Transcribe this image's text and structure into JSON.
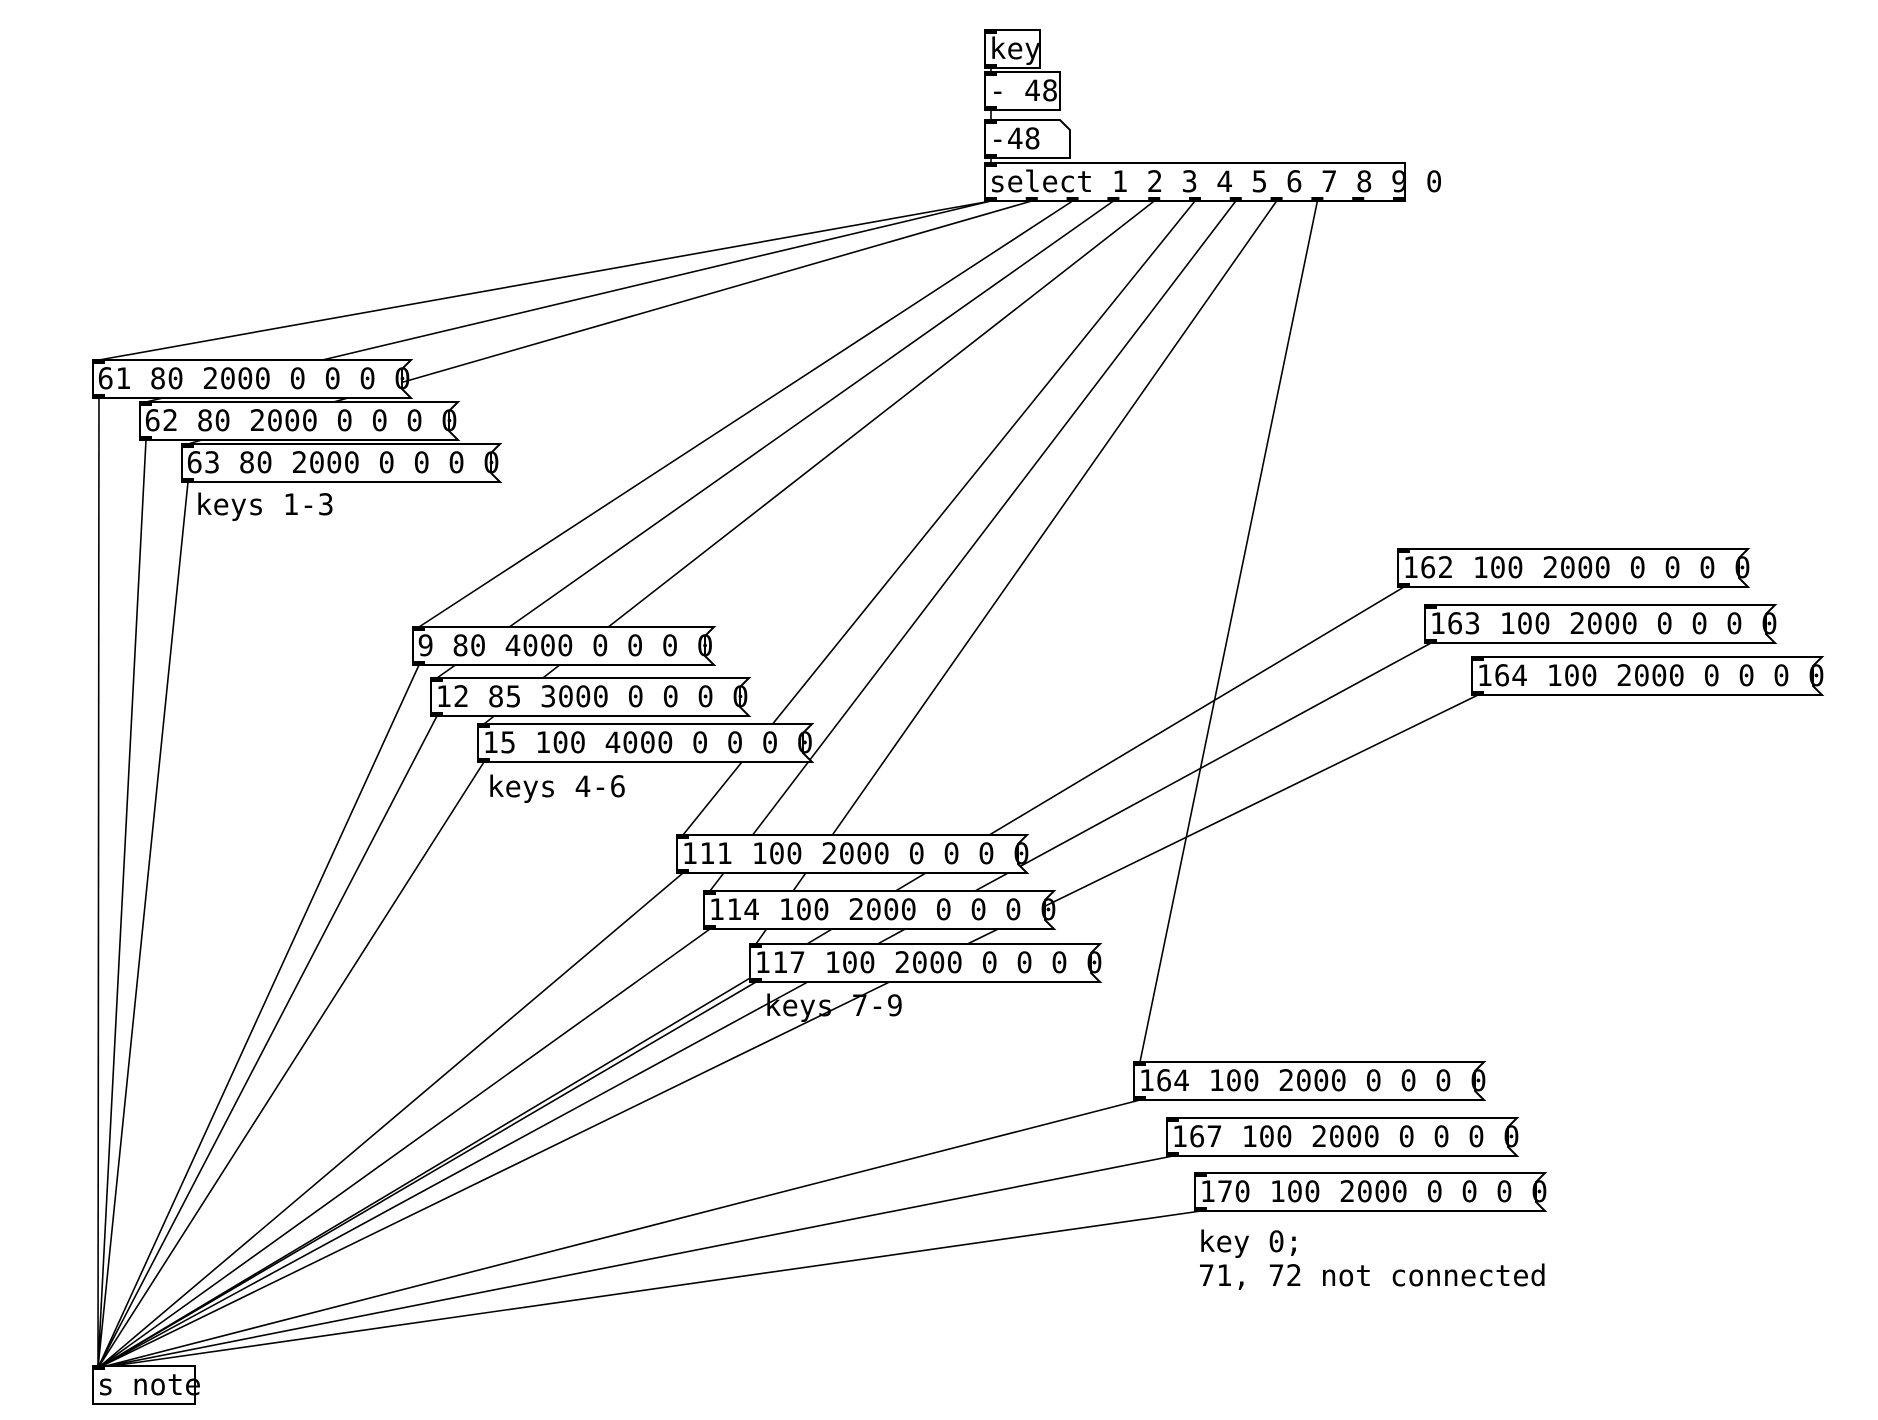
{
  "patch": {
    "objects": [
      {
        "id": "key",
        "kind": "obj",
        "text": "key"
      },
      {
        "id": "minus48",
        "kind": "obj",
        "text": "- 48"
      },
      {
        "id": "num",
        "kind": "atom",
        "text": "-48"
      },
      {
        "id": "select",
        "kind": "obj",
        "text": "select 1 2 3 4 5 6 7 8 9 0"
      },
      {
        "id": "m61",
        "kind": "msg",
        "text": "61 80 2000 0 0 0 0"
      },
      {
        "id": "m62",
        "kind": "msg",
        "text": "62 80 2000 0 0 0 0"
      },
      {
        "id": "m63",
        "kind": "msg",
        "text": "63 80 2000 0 0 0 0"
      },
      {
        "id": "m9",
        "kind": "msg",
        "text": "9 80 4000 0 0 0 0"
      },
      {
        "id": "m12",
        "kind": "msg",
        "text": "12 85 3000 0 0 0 0"
      },
      {
        "id": "m15",
        "kind": "msg",
        "text": "15 100 4000 0 0 0 0"
      },
      {
        "id": "m111",
        "kind": "msg",
        "text": "111 100 2000 0 0 0 0"
      },
      {
        "id": "m114",
        "kind": "msg",
        "text": "114 100 2000 0 0 0 0"
      },
      {
        "id": "m117",
        "kind": "msg",
        "text": "117 100 2000 0 0 0 0"
      },
      {
        "id": "m162",
        "kind": "msg",
        "text": "162 100 2000 0 0 0 0"
      },
      {
        "id": "m163",
        "kind": "msg",
        "text": "163 100 2000 0 0 0 0"
      },
      {
        "id": "m164a",
        "kind": "msg",
        "text": "164 100 2000 0 0 0 0"
      },
      {
        "id": "m164b",
        "kind": "msg",
        "text": "164 100 2000 0 0 0 0"
      },
      {
        "id": "m167",
        "kind": "msg",
        "text": "167 100 2000 0 0 0 0"
      },
      {
        "id": "m170",
        "kind": "msg",
        "text": "170 100 2000 0 0 0 0"
      },
      {
        "id": "snote",
        "kind": "obj",
        "text": "s note"
      }
    ],
    "comments": [
      {
        "id": "c1",
        "lines": [
          "keys 1-3"
        ]
      },
      {
        "id": "c2",
        "lines": [
          "keys 4-6"
        ]
      },
      {
        "id": "c3",
        "lines": [
          "keys 7-9"
        ]
      },
      {
        "id": "c4",
        "lines": [
          "key 0;",
          "71, 72 not connected"
        ]
      }
    ],
    "connections": [
      [
        "key",
        0,
        "minus48",
        0
      ],
      [
        "minus48",
        0,
        "num",
        0
      ],
      [
        "num",
        0,
        "select",
        0
      ],
      [
        "select",
        0,
        "m61",
        0
      ],
      [
        "select",
        0,
        "m62",
        0
      ],
      [
        "select",
        1,
        "m63",
        0
      ],
      [
        "select",
        2,
        "m9",
        0
      ],
      [
        "select",
        3,
        "m12",
        0
      ],
      [
        "select",
        4,
        "m15",
        0
      ],
      [
        "select",
        5,
        "m111",
        0
      ],
      [
        "select",
        6,
        "m114",
        0
      ],
      [
        "select",
        7,
        "m117",
        0
      ],
      [
        "select",
        8,
        "m164b",
        0
      ],
      [
        "m61",
        0,
        "snote",
        0
      ],
      [
        "m62",
        0,
        "snote",
        0
      ],
      [
        "m63",
        0,
        "snote",
        0
      ],
      [
        "m9",
        0,
        "snote",
        0
      ],
      [
        "m12",
        0,
        "snote",
        0
      ],
      [
        "m15",
        0,
        "snote",
        0
      ],
      [
        "m111",
        0,
        "snote",
        0
      ],
      [
        "m114",
        0,
        "snote",
        0
      ],
      [
        "m117",
        0,
        "snote",
        0
      ],
      [
        "m162",
        0,
        "snote",
        0
      ],
      [
        "m163",
        0,
        "snote",
        0
      ],
      [
        "m164a",
        0,
        "snote",
        0
      ],
      [
        "m164b",
        0,
        "snote",
        0
      ],
      [
        "m167",
        0,
        "snote",
        0
      ],
      [
        "m170",
        0,
        "snote",
        0
      ]
    ]
  }
}
